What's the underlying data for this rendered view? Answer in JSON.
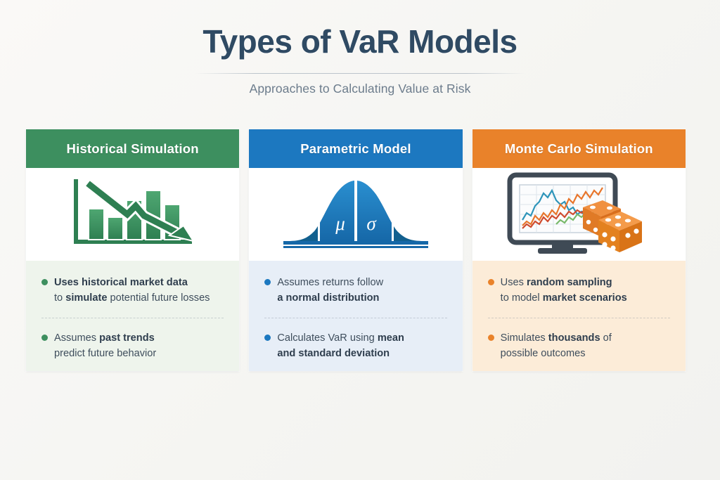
{
  "header": {
    "title": "Types of VaR Models",
    "subtitle": "Approaches to Calculating Value at Risk"
  },
  "colors": {
    "page_background": "#f7f7f5",
    "title_text": "#2f4a63",
    "subtitle_text": "#6c7c8c",
    "green_header": "#3d8f5f",
    "green_body": "#eef4ec",
    "blue_header": "#1c78c0",
    "blue_body": "#e7eef7",
    "orange_header": "#e9822a",
    "orange_body": "#fcecd8",
    "body_text": "#3e4d5c"
  },
  "columns": [
    {
      "id": "historical-simulation",
      "title": "Historical Simulation",
      "icon_name": "descending-bar-chart-icon",
      "accent": "#3d8f5f",
      "bullets": [
        {
          "bold_lead": "Uses historical market data",
          "rest_prefix": "to ",
          "rest_bold": "simulate",
          "rest_suffix": " potential future losses"
        },
        {
          "lead_plain": "Assumes ",
          "lead_bold": "past trends",
          "rest_plain": "predict future behavior"
        }
      ]
    },
    {
      "id": "parametric-model",
      "title": "Parametric Model",
      "icon_name": "normal-distribution-bell-curve-icon",
      "accent": "#1c78c0",
      "icon_labels": {
        "mu": "μ",
        "sigma": "σ"
      },
      "bullets": [
        {
          "lead_plain": "Assumes returns follow",
          "rest_bold": "a normal distribution"
        },
        {
          "lead_plain": "Calculates VaR using ",
          "lead_bold": "mean",
          "rest_bold": "and standard deviation"
        }
      ]
    },
    {
      "id": "monte-carlo-simulation",
      "title": "Monte Carlo Simulation",
      "icon_name": "monitor-with-dice-icon",
      "accent": "#e9822a",
      "bullets": [
        {
          "lead_plain": "Uses ",
          "lead_bold": "random sampling",
          "rest_prefix": "to model ",
          "rest_bold": "market scenarios"
        },
        {
          "lead_plain": "Simulates ",
          "lead_bold": "thousands",
          "lead_tail": " of",
          "rest_plain": "possible outcomes"
        }
      ]
    }
  ],
  "icon_chart_data": {
    "historical": {
      "type": "bar",
      "bar_heights": [
        46,
        33,
        58,
        72,
        52
      ],
      "trend": "descending-arrow"
    },
    "parametric": {
      "type": "area",
      "curve": "gaussian",
      "annotations": [
        "μ",
        "σ"
      ]
    },
    "monte_carlo": {
      "type": "line",
      "series_colors": [
        "#2e95ba",
        "#e8762c",
        "#cf4b2e",
        "#78b96a"
      ],
      "series_count": 4,
      "dice_count": 2
    }
  }
}
